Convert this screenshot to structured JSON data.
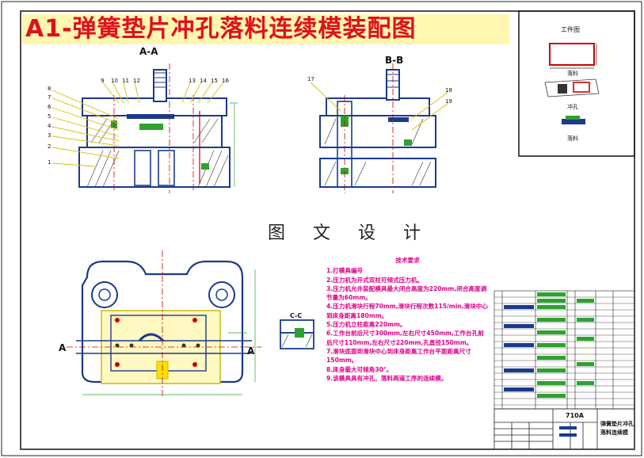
{
  "title": "A1-弹簧垫片冲孔落料连续模装配图",
  "watermark": "图 文 设 计",
  "section_labels": {
    "a_a": "A-A",
    "b_b": "B-B",
    "c_c": "C-C",
    "a_left": "A",
    "a_right": "A"
  },
  "workpiece_panel": {
    "title": "工件图",
    "label_1": "落料",
    "label_2": "冲孔",
    "label_3": "落料"
  },
  "notes": {
    "title": "技术要求",
    "items": [
      "1.打模具编号",
      "2.压力机为开式双柱可倾式压力机。",
      "3.压力机允许装配模具最大闭合高度为220mm,闭合高度调节量为60mm。",
      "4.压力机滑块行程70mm,滑块行程次数115/min,滑块中心到床身距离180mm。",
      "5.压力机立柱距离220mm。",
      "6.工作台前后尺寸300mm,左右尺寸450mm,工作台孔前后尺寸110mm,左右尺寸220mm,孔直径150mm。",
      "7.滑块底面到滑块中心到床身距离工作台平面距离尺寸150mm。",
      "8.床身最大可倾角30°。",
      "9.该模具具有冲孔、落料两道工序的连续模。"
    ]
  },
  "title_block": {
    "drawing_no": "710A",
    "name_line1": "弹簧垫片冲孔",
    "name_line2": "落料连续模"
  },
  "part_numbers_left": [
    "8",
    "7",
    "6",
    "5",
    "4",
    "3",
    "2",
    "1"
  ],
  "part_numbers_top": [
    "9",
    "10",
    "11",
    "12",
    "13",
    "14",
    "15",
    "16"
  ],
  "part_numbers_right_b": [
    "17",
    "18",
    "19"
  ]
}
